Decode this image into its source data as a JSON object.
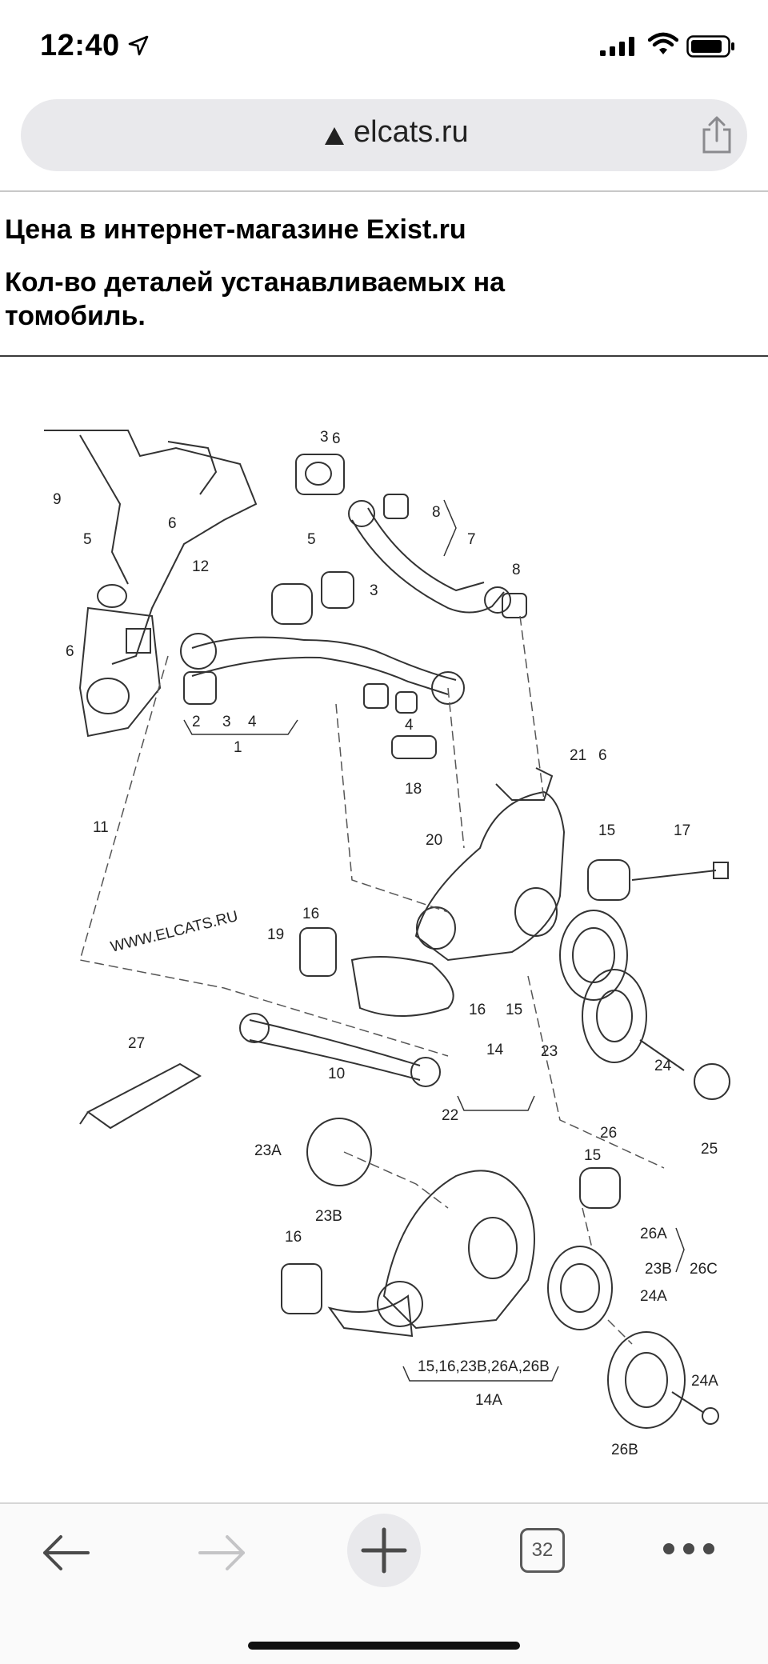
{
  "status": {
    "time": "12:40"
  },
  "browser": {
    "url": "elcats.ru",
    "tab_count": "32"
  },
  "page": {
    "line1": "Цена в интернет-магазине Exist.ru",
    "line2a": "Кол-во деталей устанавливаемых на",
    "line2b": "томобиль."
  },
  "diagram": {
    "watermark": "WWW.ELCATS.RU",
    "labels": [
      "1",
      "2",
      "3",
      "4",
      "3",
      "4",
      "5",
      "5",
      "6",
      "6",
      "6",
      "6",
      "7",
      "8",
      "8",
      "9",
      "10",
      "11",
      "12",
      "14",
      "15",
      "16",
      "15",
      "16",
      "17",
      "18",
      "19",
      "20",
      "21",
      "22",
      "23",
      "24",
      "25",
      "26",
      "27",
      "23A",
      "23B",
      "15",
      "16",
      "26A",
      "23B",
      "24A",
      "26C",
      "15,16,23B,26A,26B",
      "14A",
      "24A",
      "26B"
    ]
  },
  "colors": {
    "accent": "#1f1f1f",
    "urlbar": "#e9e9ec",
    "toolbar_icon": "#4a4a4a"
  }
}
